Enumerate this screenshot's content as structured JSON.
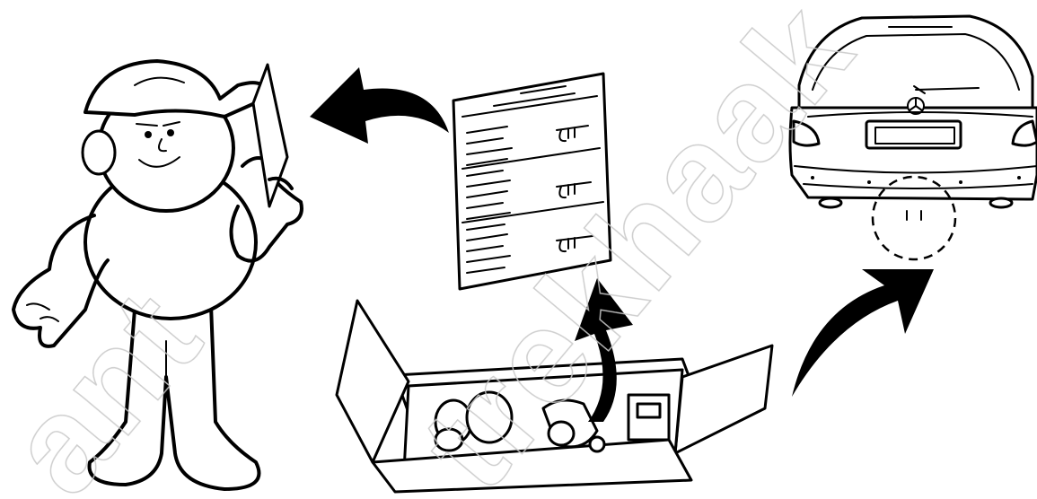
{
  "watermark": {
    "text": "trekhaak",
    "text_left_fragment": "ant"
  },
  "icons": [
    "mechanic-figure",
    "instruction-sheet",
    "kit-box",
    "car-rear",
    "arrow-to-mechanic",
    "arrow-box-to-sheet",
    "arrow-to-car"
  ],
  "colors": {
    "ink": "#000000",
    "paper": "#ffffff",
    "watermark": "#c9c9c9"
  }
}
